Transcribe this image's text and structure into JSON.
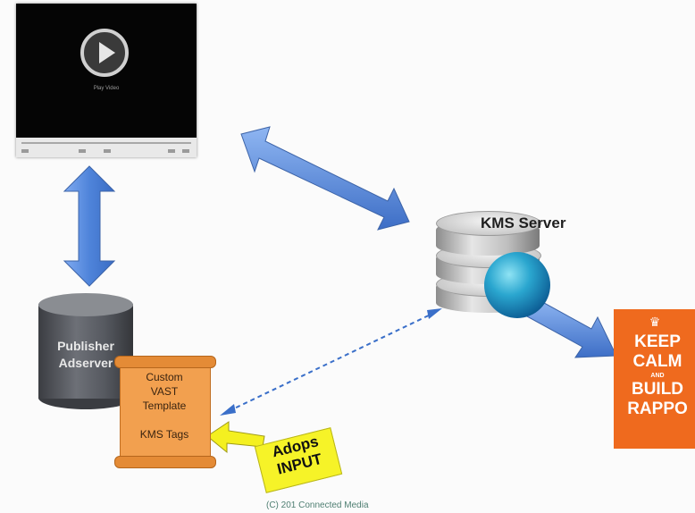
{
  "player": {
    "play_label": "Play Video"
  },
  "nodes": {
    "kms_server": "KMS Server",
    "publisher_adserver": [
      "Publisher",
      "Adserver"
    ],
    "scroll": [
      "Custom",
      "VAST",
      "Template",
      "KMS Tags"
    ],
    "adops": [
      "Adops",
      "INPUT"
    ]
  },
  "poster": {
    "line1": "KEEP",
    "line2": "CALM",
    "line3": "AND",
    "line4": "BUILD",
    "line5": "RAPPO"
  },
  "credit": "(C) 201 Connected Media",
  "colors": {
    "arrow_blue": "#5b8fd9",
    "poster_orange": "#ef6a1e",
    "scroll_orange": "#f2a04f",
    "note_yellow": "#f6f328"
  }
}
